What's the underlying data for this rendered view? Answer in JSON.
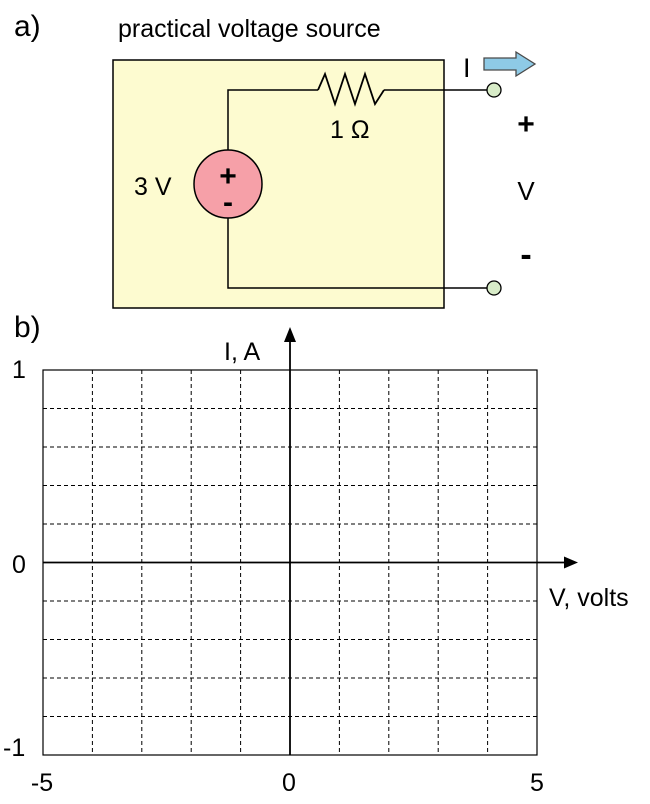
{
  "part_a": {
    "label": "a)",
    "title": "practical voltage source",
    "source_value": "3 V",
    "source_plus": "+",
    "source_minus": "-",
    "resistor_value": "1 Ω",
    "current_label": "I",
    "terminal_plus": "+",
    "terminal_voltage": "V",
    "terminal_minus": "-",
    "colors": {
      "box_fill": "#fdfbd0",
      "source_fill": "#f6a0a8",
      "terminal_fill": "#d8ecc8",
      "arrow_fill": "#8ecae6"
    }
  },
  "part_b": {
    "label": "b)",
    "x_axis_label": "V, volts",
    "y_axis_label": "I, A",
    "x_ticks": [
      "-5",
      "0",
      "5"
    ],
    "y_ticks": [
      "1",
      "0",
      "-1"
    ],
    "xlim": [
      -5,
      5
    ],
    "ylim": [
      -1,
      1
    ],
    "grid_step_x": 1,
    "grid_step_y": 0.2,
    "grid": "dashed"
  }
}
